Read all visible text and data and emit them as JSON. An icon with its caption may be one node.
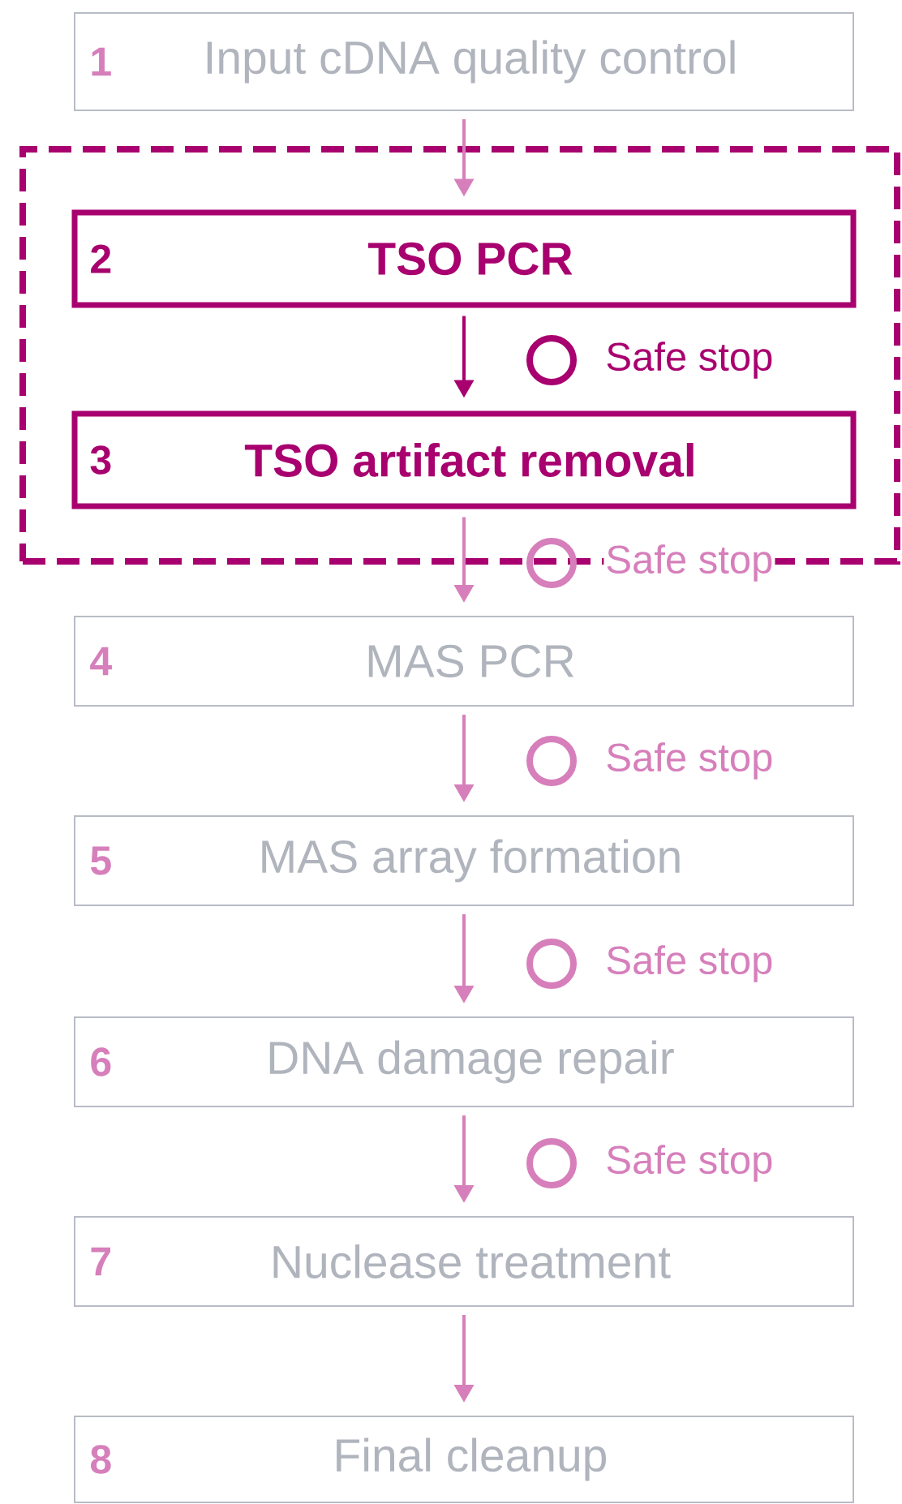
{
  "diagram": {
    "nodes": [
      {
        "text": [
          "1",
          "Input cDNA quality control"
        ]
      },
      {
        "text": [],
        "shape": "box"
      },
      {
        "text": [
          "2",
          "TSO PCR"
        ],
        "in": 1
      },
      {
        "text": [
          "3",
          "TSO artifact removal"
        ],
        "in": 1
      },
      {
        "text": [
          "4",
          "MAS PCR"
        ]
      },
      {
        "text": [
          "5",
          "MAS array formation"
        ]
      },
      {
        "text": [
          "6",
          "DNA damage repair"
        ]
      },
      {
        "text": [
          "7",
          "Nuclease treatment"
        ]
      },
      {
        "text": [
          "8",
          "Final cleanup"
        ]
      }
    ],
    "edges": [
      {
        "from": 0,
        "to": 2,
        "arrow": "to"
      },
      {
        "from": 2,
        "to": 3,
        "arrow": "to",
        "color": "#a8006f"
      },
      {
        "from": 3,
        "to": 4,
        "arrow": "to"
      },
      {
        "from": 4,
        "to": 5,
        "arrow": "to"
      },
      {
        "from": 5,
        "to": 6,
        "arrow": "to"
      },
      {
        "from": 6,
        "to": 7,
        "arrow": "to"
      },
      {
        "from": 7,
        "to": 8,
        "arrow": "to"
      }
    ],
    "labels": [
      "Safe stop",
      "Safe stop",
      "Safe stop",
      "Safe stop",
      "Safe stop"
    ]
  }
}
